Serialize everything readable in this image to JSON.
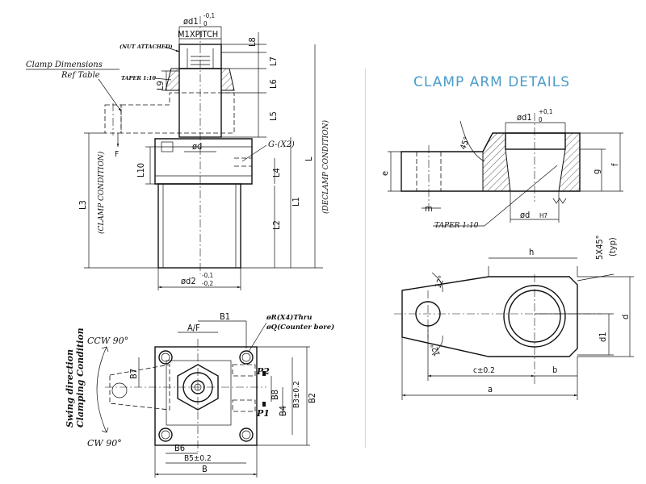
{
  "title": "CLAMP ARM DETAILS",
  "labels": {
    "clamp_ref_1": "Clamp Dimensions",
    "clamp_ref_2": "Ref Table",
    "nut_attached": "(NUT ATTACHED)",
    "taper_small": "TAPER 1:10",
    "d1_tol": "ød1",
    "d1_tol_sup": "-0,1",
    "d1_tol_sub": "0",
    "m_pitch": "M1XPITCH",
    "L8": "L8",
    "L7": "L7",
    "L6": "L6",
    "L5": "L5",
    "L9": "L9",
    "L10": "L10",
    "L4": "L4",
    "L1": "L1",
    "L2": "L2",
    "L3": "L3",
    "L": "L",
    "clamp_condition": "(CLAMP CONDITION)",
    "declamp_condition": "(DECLAMP CONDITION)",
    "phi_d": "ød",
    "G_x2": "G-(X2)",
    "F": "F",
    "d2": "ød2",
    "d2_sup": "-0,1",
    "d2_sub": "-0,2",
    "B1": "B1",
    "AF": "A/F",
    "thru": "øR(X4)Thru",
    "counter_bore": "øQ(Counter bore)",
    "ccw": "CCW 90°",
    "cw": "CW 90°",
    "swing_1": "Swing direction",
    "swing_2": "Clamping Condition",
    "B7": "B7",
    "P2": "P2",
    "P1": "P1",
    "B8": "B8",
    "B4": "B4",
    "B3": "B3±0.2",
    "B2": "B2",
    "B6": "B6",
    "B5": "B5±0.2",
    "B": "B",
    "r_d1": "ød1",
    "r_d1_sup": "+0,1",
    "r_d1_sub": "0",
    "angle45": "45°",
    "e": "e",
    "g": "g",
    "f": "f",
    "m": "m",
    "taper": "TAPER 1:10",
    "phi_d_h7": "ød",
    "h7": "H7",
    "chamfer_1": "5X45°",
    "chamfer_2": "(typ)",
    "h": "h",
    "twelve_a": "12°",
    "twelve_b": "12°",
    "r_d1b": "d1",
    "r_d": "d",
    "c": "c±0.2",
    "b": "b",
    "a": "a"
  }
}
